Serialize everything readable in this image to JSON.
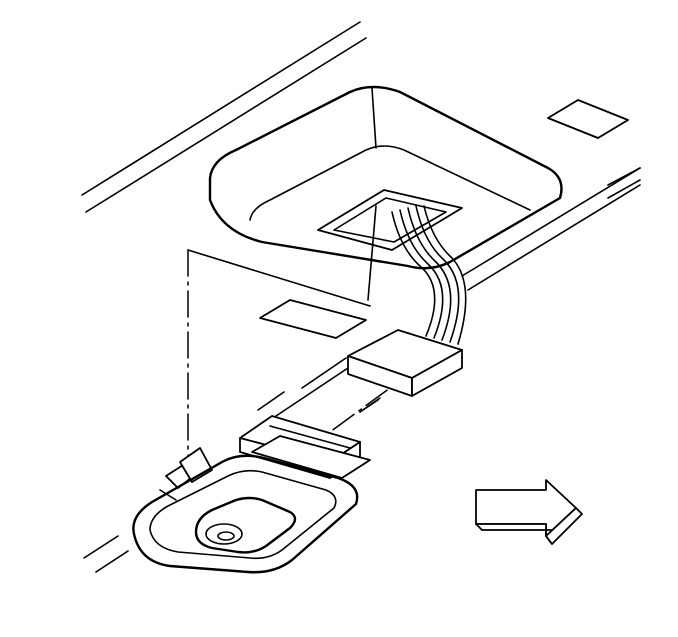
{
  "diagram": {
    "colors": {
      "line": "#000000",
      "background": "#ffffff"
    },
    "components": [
      {
        "name": "headliner-panel"
      },
      {
        "name": "console-housing"
      },
      {
        "name": "wiring-harness"
      },
      {
        "name": "harness-connector"
      },
      {
        "name": "lamp-switch-assembly"
      },
      {
        "name": "direction-arrow",
        "icon": "arrow-right-icon"
      }
    ]
  }
}
